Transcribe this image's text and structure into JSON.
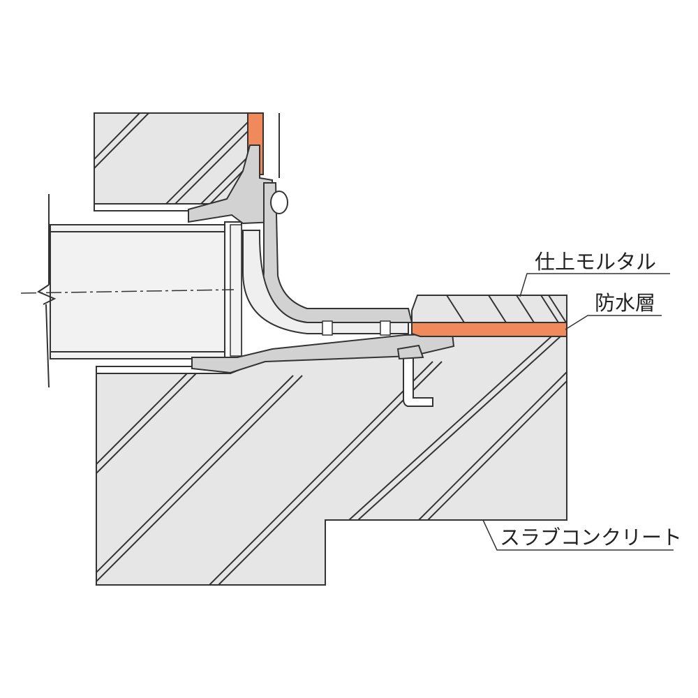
{
  "labels": {
    "finish_mortar": "仕上モルタル",
    "waterproof_layer": "防水層",
    "slab_concrete": "スラブコンクリート"
  },
  "colors": {
    "concrete": "#e6e6e6",
    "waterproof": "#f08a5d",
    "line": "#333333",
    "drain_body": "#d2d2d2",
    "pipe": "#f2f2f2"
  },
  "icons": {
    "break_mark": "break-line-icon",
    "centerline": "centerline-icon"
  }
}
